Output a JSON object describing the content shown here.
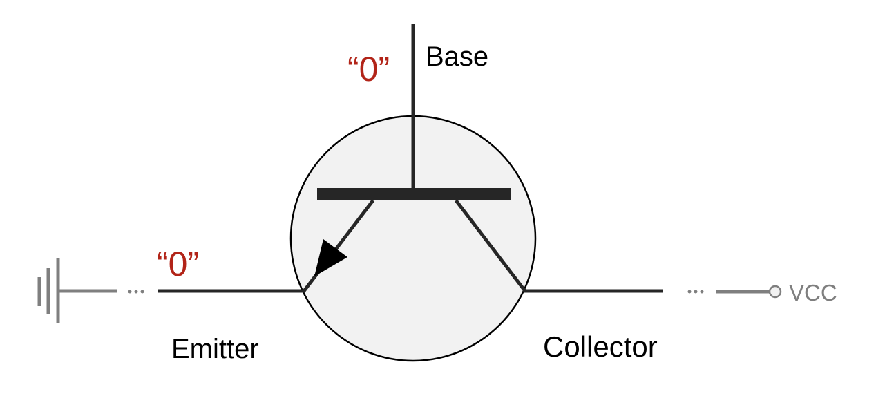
{
  "diagram": {
    "title": "NPN transistor with base and emitter at logic 0",
    "labels": {
      "base": "Base",
      "emitter": "Emitter",
      "collector": "Collector",
      "vcc": "VCC",
      "base_value": "“0”",
      "emitter_value": "“0”",
      "ellipsis": "···"
    },
    "colors": {
      "wire": "#262626",
      "supply_wire": "#7f7f7f",
      "value_text": "#b22418",
      "body_fill": "#f2f2f2"
    }
  }
}
